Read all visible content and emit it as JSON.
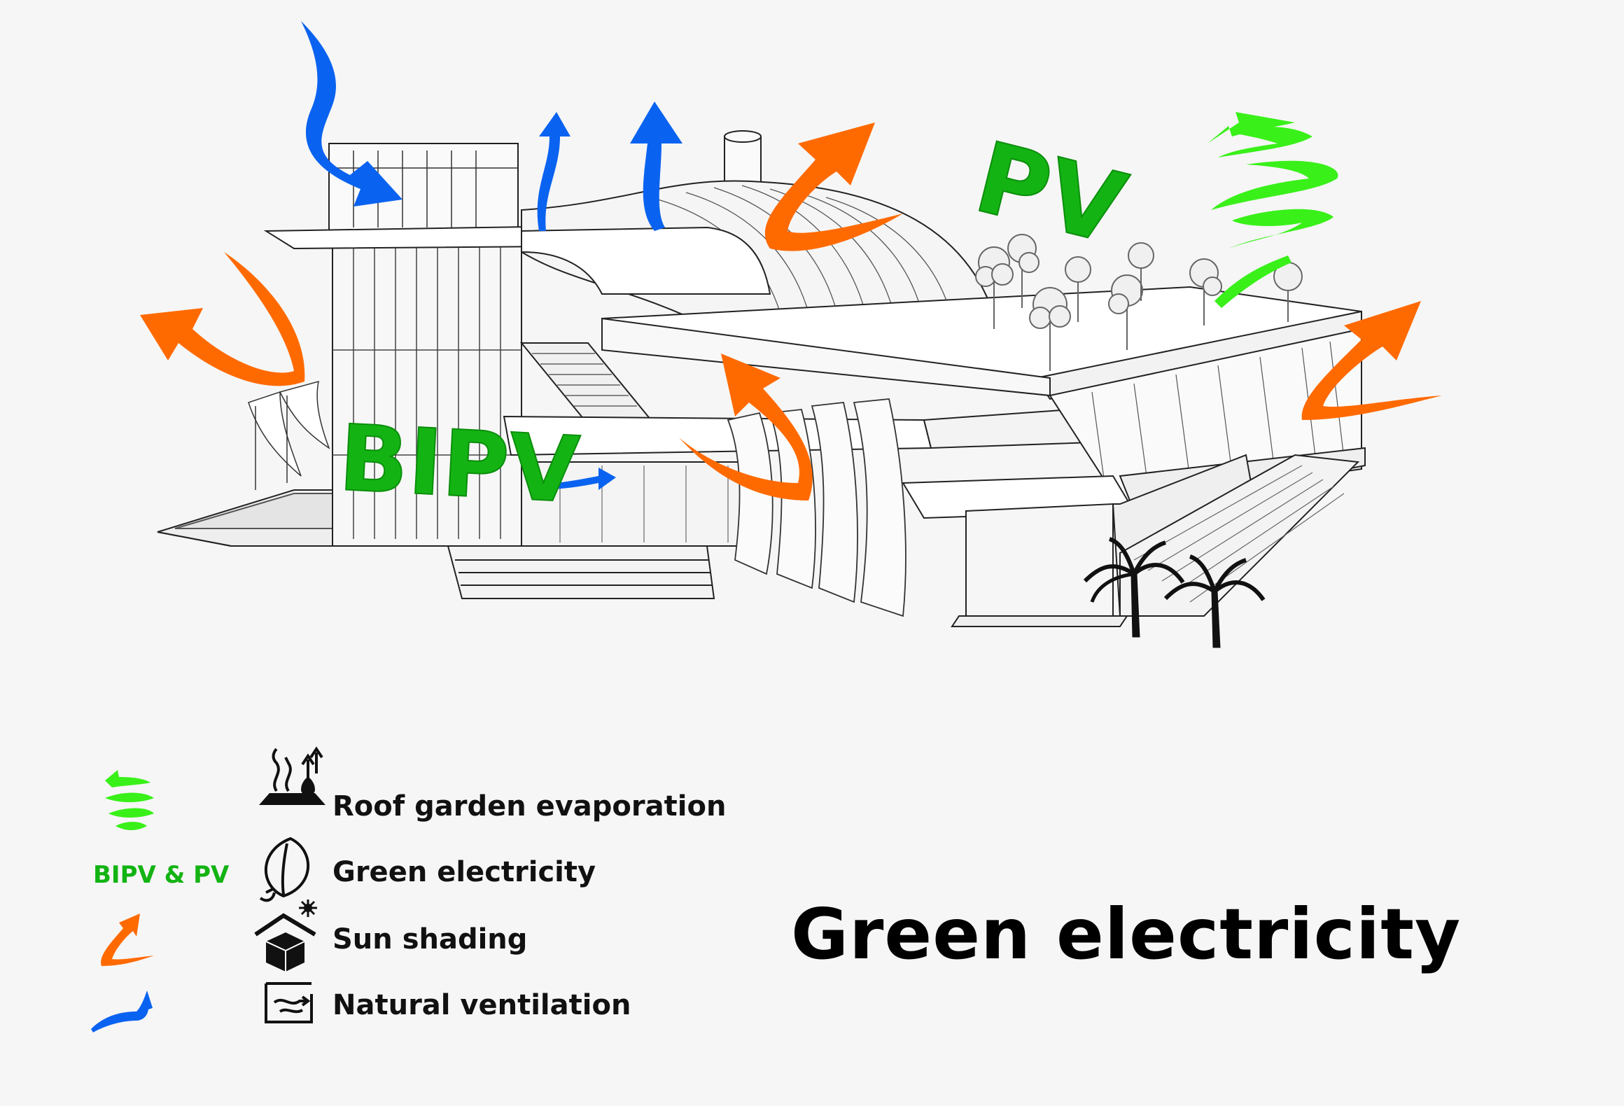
{
  "diagram": {
    "labels": {
      "bipv": "BIPV",
      "pv": "PV"
    },
    "legend": {
      "arrow_tag": "BIPV & PV",
      "items": [
        {
          "icon": "evaporation-icon",
          "label": "Roof garden evaporation"
        },
        {
          "icon": "leaf-plug-icon",
          "label": "Green electricity"
        },
        {
          "icon": "house-sun-icon",
          "label": "Sun shading"
        },
        {
          "icon": "window-airflow-icon",
          "label": "Natural ventilation"
        }
      ]
    },
    "title": "Green electricity"
  },
  "colors": {
    "pv_green": "#13b313",
    "evaporation_green": "#39f019",
    "shading_orange": "#ff6a00",
    "ventilation_blue": "#0a63f0",
    "ink": "#000000"
  }
}
